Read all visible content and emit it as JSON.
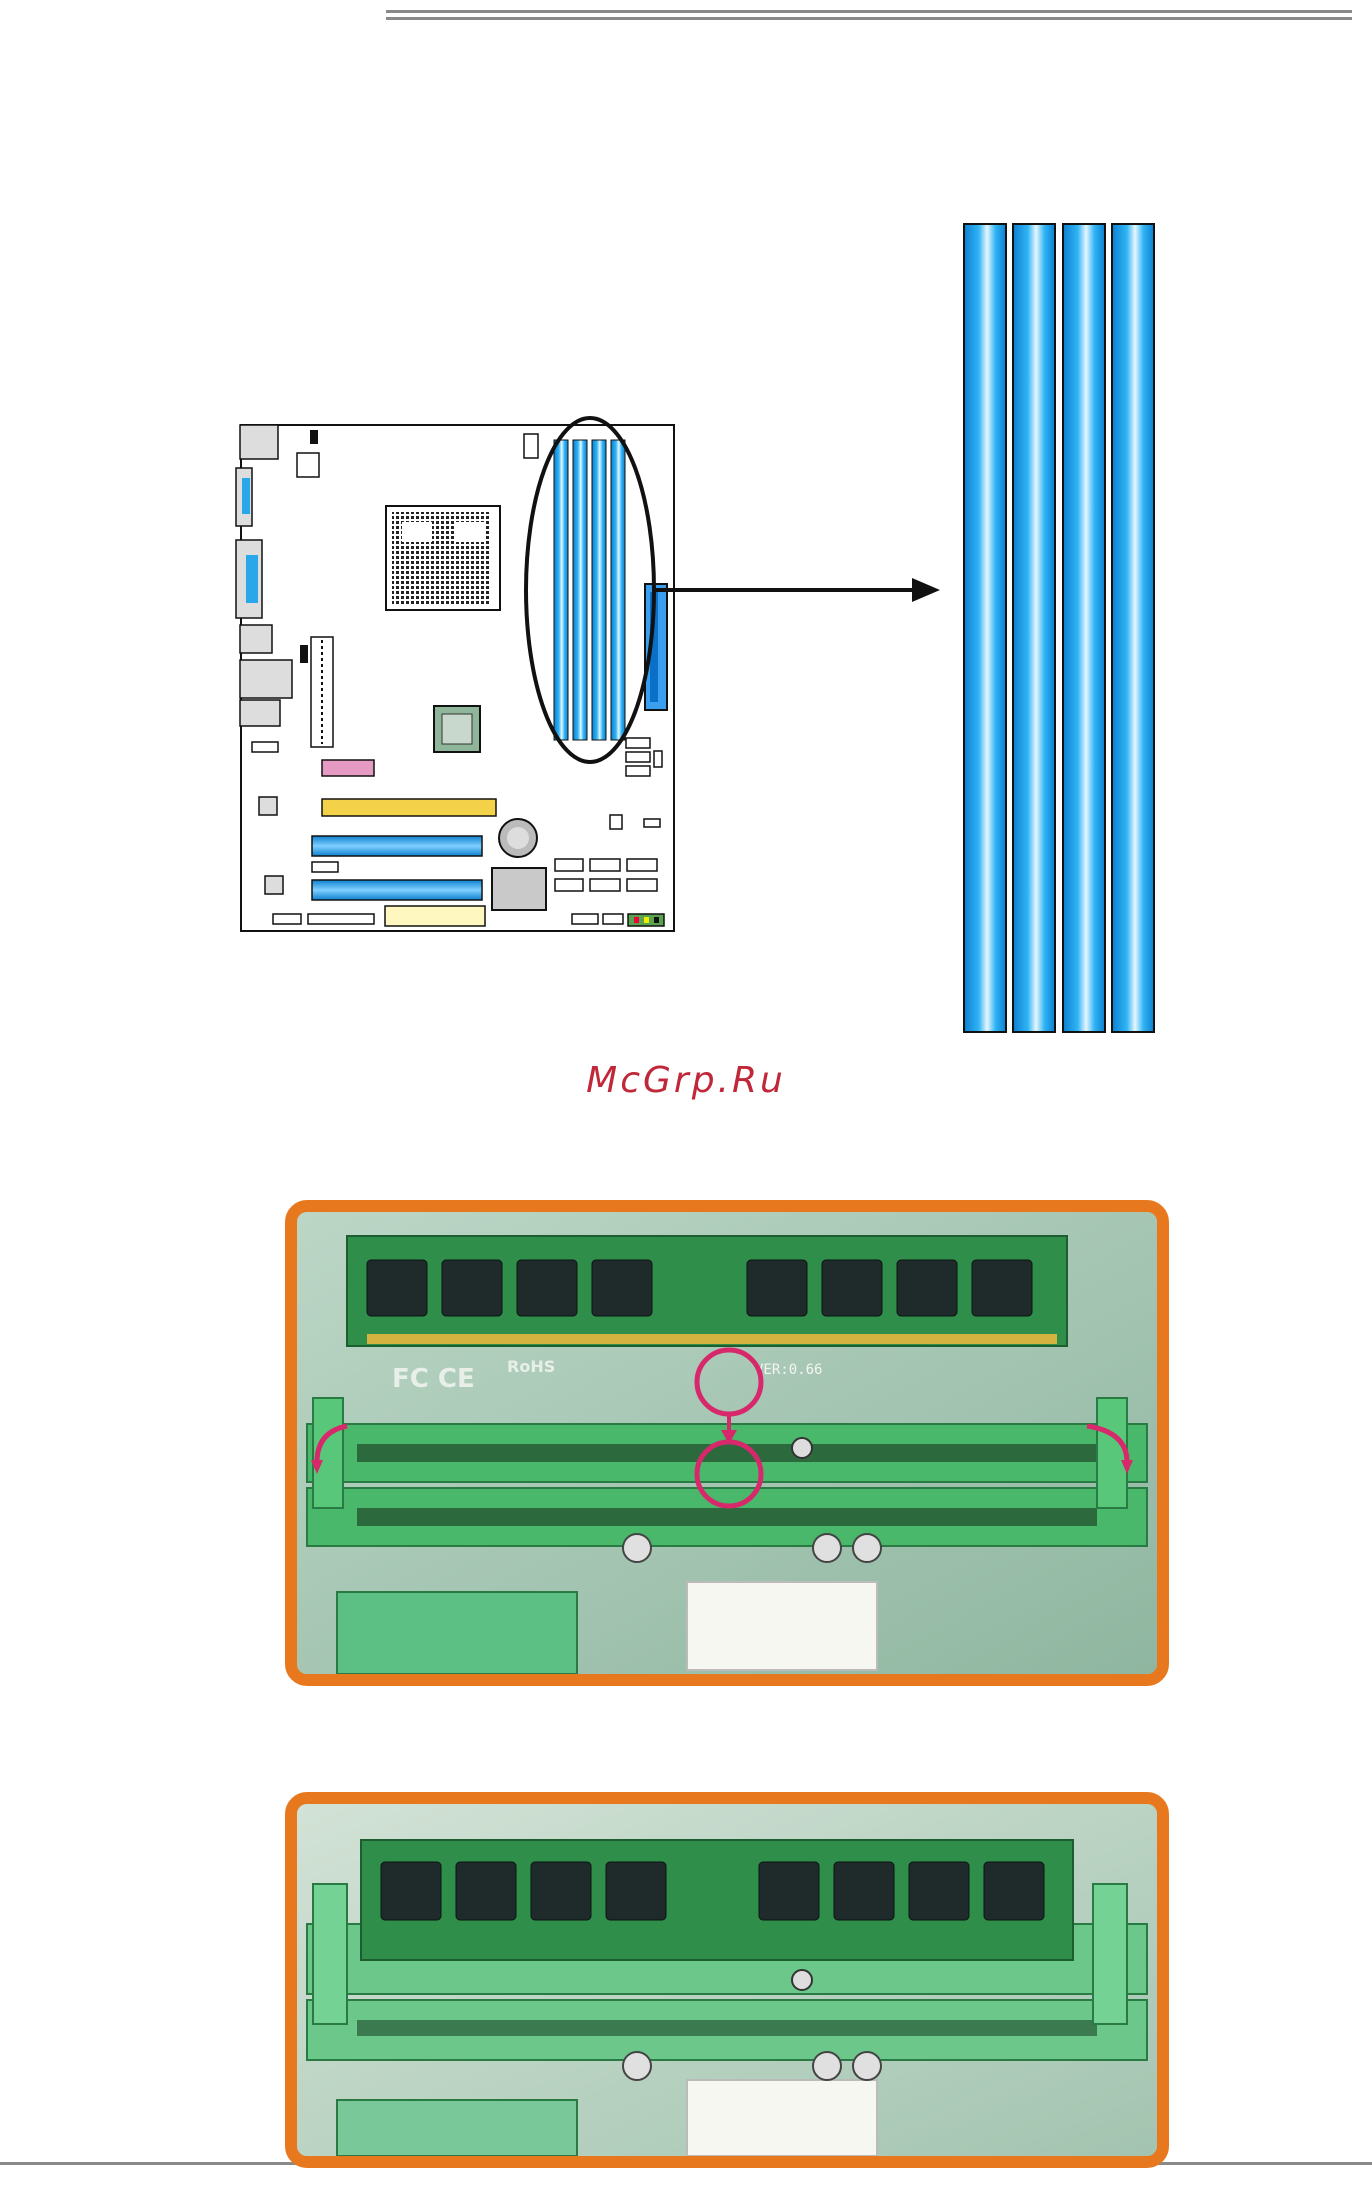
{
  "watermark": {
    "text": "McGrp.Ru",
    "color": "#c0283a"
  },
  "colors": {
    "rule": "#8a8a8a",
    "dimm_blue": "#1aa3e8",
    "frame_orange": "#e8781e",
    "callout_magenta": "#d6286a",
    "pcb_green": "#3ea862"
  },
  "board_silkscreen": {
    "version_text": "VER:0.66",
    "cert_text": "FC CE",
    "rohs_text": "RoHS"
  },
  "diagram": {
    "dimm_slot_count": 4,
    "pcie_slot_count": 2
  }
}
